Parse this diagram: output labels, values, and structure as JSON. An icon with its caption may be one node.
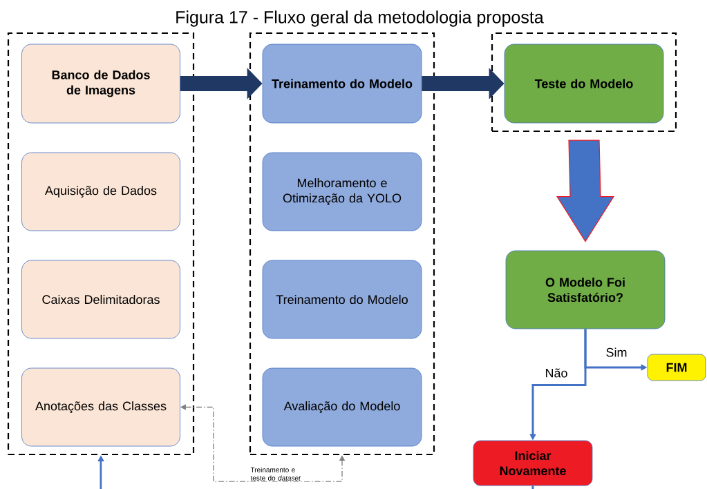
{
  "diagram": {
    "title": "Figura 17 - Fluxo geral da metodologia proposta",
    "nodes": [
      {
        "text": [],
        "shape": "box"
      },
      {
        "text": [
          "Banco de Dados de Imagens"
        ],
        "in": 0
      },
      {
        "text": [
          "Aquisição de Dados"
        ],
        "in": 0
      },
      {
        "text": [
          "Caixas Delimitadoras"
        ],
        "in": 0
      },
      {
        "text": [
          "Anotações das Classes"
        ],
        "in": 0
      },
      {
        "text": [],
        "shape": "box"
      },
      {
        "text": [
          "Treinamento do Modelo"
        ],
        "in": 5
      },
      {
        "text": [
          "Melhoramento e Otimização da YOLO"
        ],
        "in": 5
      },
      {
        "text": [
          "Treinamento do Modelo"
        ],
        "in": 5
      },
      {
        "text": [
          "Avaliação do Modelo"
        ],
        "in": 5
      },
      {
        "text": [],
        "shape": "box"
      },
      {
        "text": [
          "Teste do Modelo"
        ],
        "in": 10
      },
      {
        "text": [
          "O Modelo Foi Satisfatório?"
        ]
      },
      {
        "text": [
          "FIM"
        ]
      },
      {
        "text": [
          "Iniciar Novamente"
        ]
      }
    ],
    "edges": [
      {
        "from": 1,
        "to": 6,
        "arrow": "to",
        "style": "thick",
        "color": "#203864"
      },
      {
        "from": 6,
        "to": 11,
        "arrow": "to",
        "style": "thick",
        "color": "#203864"
      },
      {
        "from": 10,
        "to": 12,
        "arrow": "to",
        "style": "thick",
        "color": "#4472c4"
      },
      {
        "from": 12,
        "to": 13,
        "arrow": "to",
        "label": "Sim",
        "color": "#4472c4"
      },
      {
        "from": 12,
        "to": 14,
        "arrow": "to",
        "label": "Não",
        "color": "#4472c4"
      },
      {
        "from": 4,
        "to": 5,
        "arrow": "both",
        "style": "dashed",
        "color": "#7f7f7f",
        "label": "Treinamento e teste do *dataset*"
      },
      {
        "from": null,
        "to": 0,
        "arrow": "to",
        "color": "#4472c4"
      },
      {
        "from": 14,
        "to": null,
        "arrow": "none",
        "color": "#4472c4"
      }
    ]
  }
}
